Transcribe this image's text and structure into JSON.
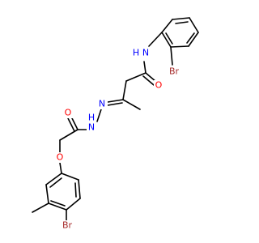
{
  "colors": {
    "bond": "#000000",
    "nitrogen": "#0000ff",
    "oxygen": "#ff0000",
    "bromine": "#a52a2a",
    "carbon": "#000000"
  },
  "atoms": {
    "amide_nh": "N\nH",
    "amide_o": "O",
    "imine_n": "N",
    "hydrazide_nh": "H\nN",
    "hydrazide_o": "O",
    "ether_o": "O",
    "br_top": "Br",
    "br_bottom": "Br"
  },
  "labels": {
    "n_amide": "N",
    "h_amide": "H",
    "o_amide": "O",
    "n_imine": "N",
    "n_hydrazide": "N",
    "h_hydrazide": "H",
    "o_hydrazide": "O",
    "o_ether": "O",
    "br_top": "Br",
    "br_bottom": "Br"
  }
}
